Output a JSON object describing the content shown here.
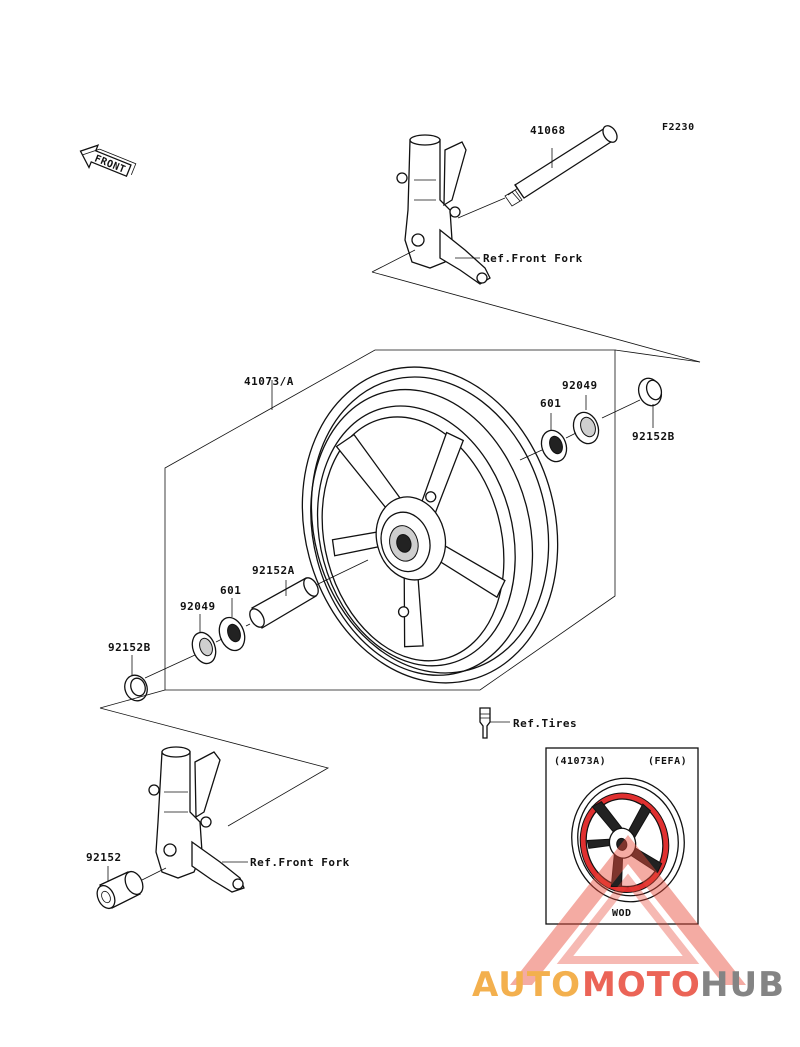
{
  "figure_code": "F2230",
  "front_label": "FRONT",
  "parts": {
    "axle": "41068",
    "ref_front_fork_upper": "Ref.Front Fork",
    "wheel": "41073/A",
    "seal_right": "92049",
    "bearing_right": "601",
    "collar_right": "92152B",
    "spacer": "92152A",
    "seal_left": "92049",
    "bearing_left": "601",
    "collar_left": "92152B",
    "ref_tires": "Ref.Tires",
    "collar_bottom": "92152",
    "ref_front_fork_lower": "Ref.Front Fork"
  },
  "inset": {
    "part": "(41073A)",
    "color_code": "(FEFA)",
    "badge": "WOD",
    "accent_color": "#e03030"
  },
  "watermark": {
    "part1": "AUTO",
    "part2": "MOTO",
    "part3": "HUB",
    "color1": "#f2a330",
    "color2": "#e84a3a",
    "color3": "#6f6f6f"
  }
}
